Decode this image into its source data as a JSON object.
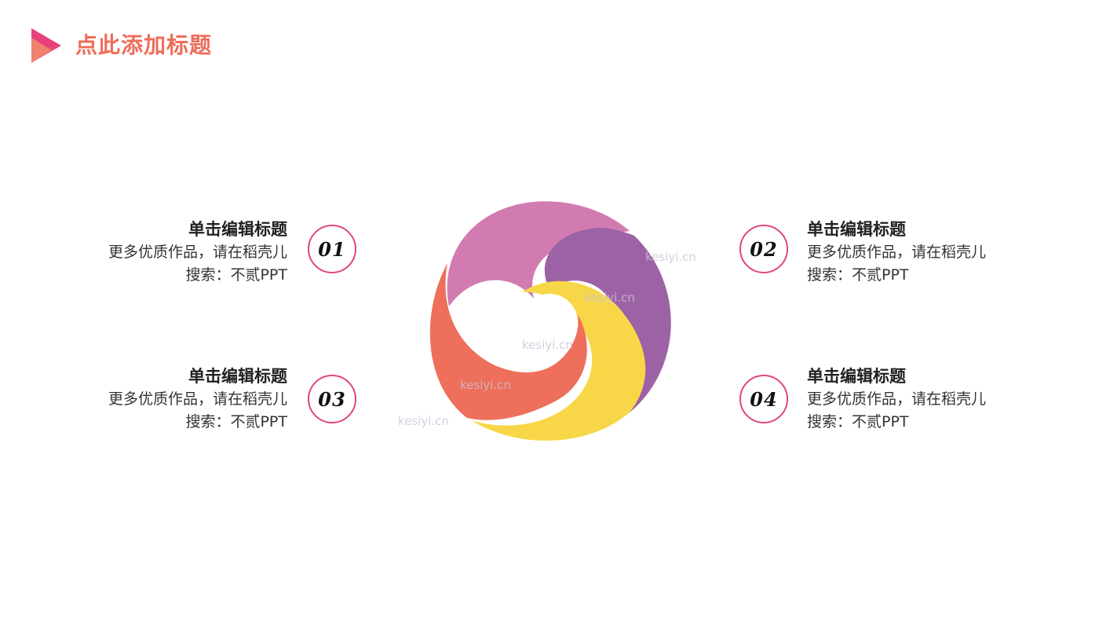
{
  "header": {
    "title": "点此添加标题",
    "icon": "play-triangle-icon",
    "title_color": "#ee6d5a"
  },
  "items": [
    {
      "number": "01",
      "title": "单击编辑标题",
      "line1": "更多优质作品，请在稻壳儿",
      "line2": "搜索：不贰PPT"
    },
    {
      "number": "02",
      "title": "单击编辑标题",
      "line1": "更多优质作品，请在稻壳儿",
      "line2": "搜索：不贰PPT"
    },
    {
      "number": "03",
      "title": "单击编辑标题",
      "line1": "更多优质作品，请在稻壳儿",
      "line2": "搜索：不贰PPT"
    },
    {
      "number": "04",
      "title": "单击编辑标题",
      "line1": "更多优质作品，请在稻壳儿",
      "line2": "搜索：不贰PPT"
    }
  ],
  "swirl_colors": {
    "pink": "#d27bb1",
    "purple": "#9d62a6",
    "yellow": "#f7d748",
    "coral": "#ee6f5b"
  },
  "circle_border_color": "#e0467a",
  "watermark": "kesiyi.cn"
}
